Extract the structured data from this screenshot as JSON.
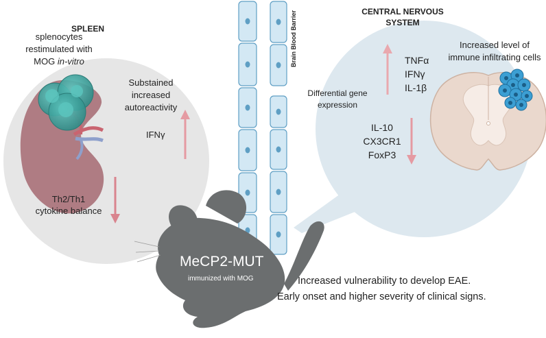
{
  "spleen": {
    "title": "SPLEEN",
    "splenocytes_line1": "splenocytes",
    "splenocytes_line2": "restimulated with",
    "splenocytes_line3_plain": "MOG ",
    "splenocytes_line3_italic": "in-vitro",
    "substained_line1": "Substained",
    "substained_line2": "increased",
    "substained_line3": "autoreactivity",
    "ifng": "IFNγ",
    "balance_line1": "Th2/Th1",
    "balance_line2": "cytokine balance"
  },
  "bbb": {
    "label": "Brain Blood Barrier"
  },
  "cns": {
    "title_line1": "CENTRAL NERVOUS",
    "title_line2": "SYSTEM",
    "infiltration_line1": "Increased level of",
    "infiltration_line2": "immune infiltrating cells",
    "diff_line1": "Differential gene",
    "diff_line2": "expression",
    "up_genes": [
      "TNFα",
      "IFNγ",
      "IL-1β"
    ],
    "down_genes": [
      "IL-10",
      "CX3CR1",
      "FoxP3"
    ]
  },
  "mouse": {
    "name": "MeCP2-MUT",
    "subtitle": "immunized with MOG"
  },
  "outcome": {
    "line1": "Increased vulnerability to develop EAE.",
    "line2": "Early onset and higher severity of clinical signs."
  },
  "colors": {
    "arrow": "#e59aa2",
    "bubble": "#e6e6e6",
    "cns_bubble": "#dfe9f0",
    "endothelium_fill": "#d3e8f4",
    "endothelium_stroke": "#5f9fc4",
    "mouse": "#6b6e6f",
    "spleen": "#a97078",
    "spinal_cord": "#ead8cd",
    "immune_cells": "#3c9fd3"
  }
}
